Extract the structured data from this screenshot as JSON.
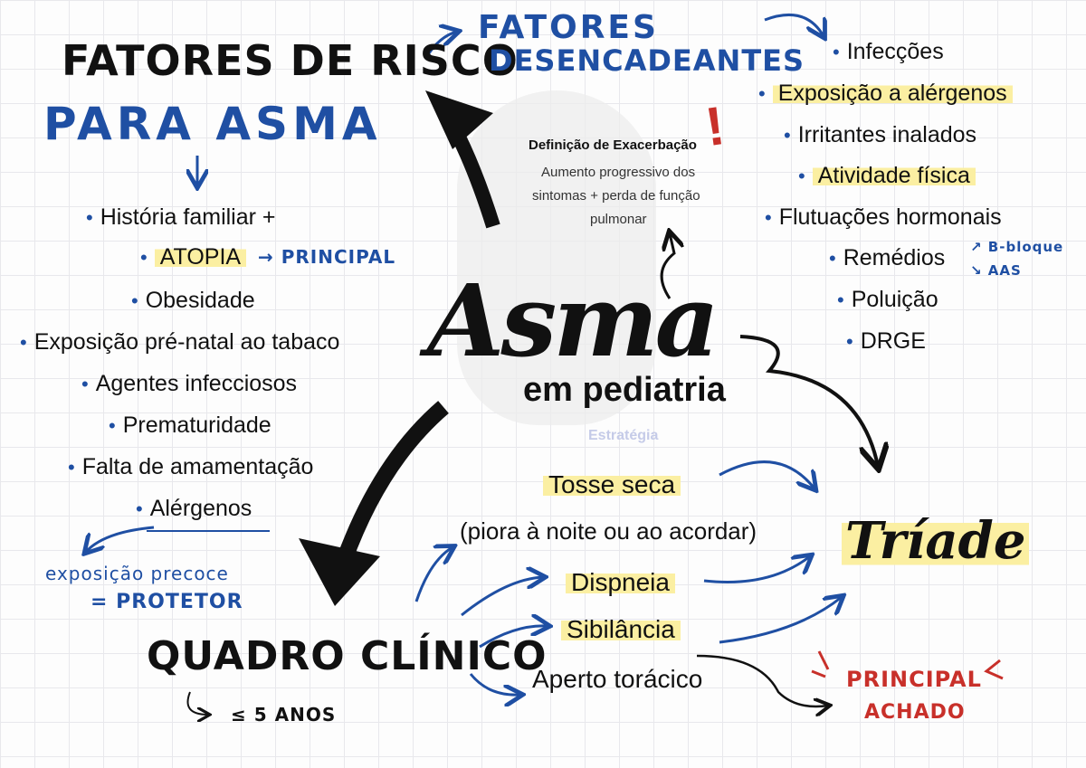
{
  "center": {
    "title": "Asma",
    "subtitle": "em pediatria",
    "watermark": "Estratégia"
  },
  "risk_factors": {
    "title_line1": "FATORES DE RISCO",
    "title_line2": "PARA ASMA",
    "items": [
      "História familiar +",
      "ATOPIA",
      "Obesidade",
      "Exposição pré-natal ao tabaco",
      "Agentes infecciosos",
      "Prematuridade",
      "Falta de amamentação",
      "Alérgenos"
    ],
    "atopia_note": "PRINCIPAL",
    "allergen_note_line1": "exposição precoce",
    "allergen_note_line2": "= PROTETOR"
  },
  "triggers": {
    "title_line1": "FATORES",
    "title_line2": "DESENCADEANTES",
    "items": [
      "Infecções",
      "Exposição a alérgenos",
      "Irritantes inalados",
      "Atividade física",
      "Flutuações hormonais",
      "Remédios",
      "Poluição",
      "DRGE"
    ],
    "remedios_note1": "B-bloque",
    "remedios_note2": "AAS"
  },
  "exacerbation": {
    "title": "Definição de Exacerbação",
    "line1": "Aumento progressivo dos",
    "line2": "sintomas + perda de função",
    "line3": "pulmonar",
    "mark": "!"
  },
  "clinical": {
    "title": "QUADRO CLÍNICO",
    "age_note": "≤ 5 ANOS",
    "symptoms": [
      "Tosse seca",
      "(piora à noite ou ao acordar)",
      "Dispneia",
      "Sibilância",
      "Aperto torácico"
    ],
    "triad": "Tríade",
    "principal_line1": "PRINCIPAL",
    "principal_line2": "ACHADO"
  },
  "colors": {
    "blue": "#1f4fa3",
    "red": "#c8302a",
    "highlight": "#fbefa2",
    "black": "#111111"
  }
}
